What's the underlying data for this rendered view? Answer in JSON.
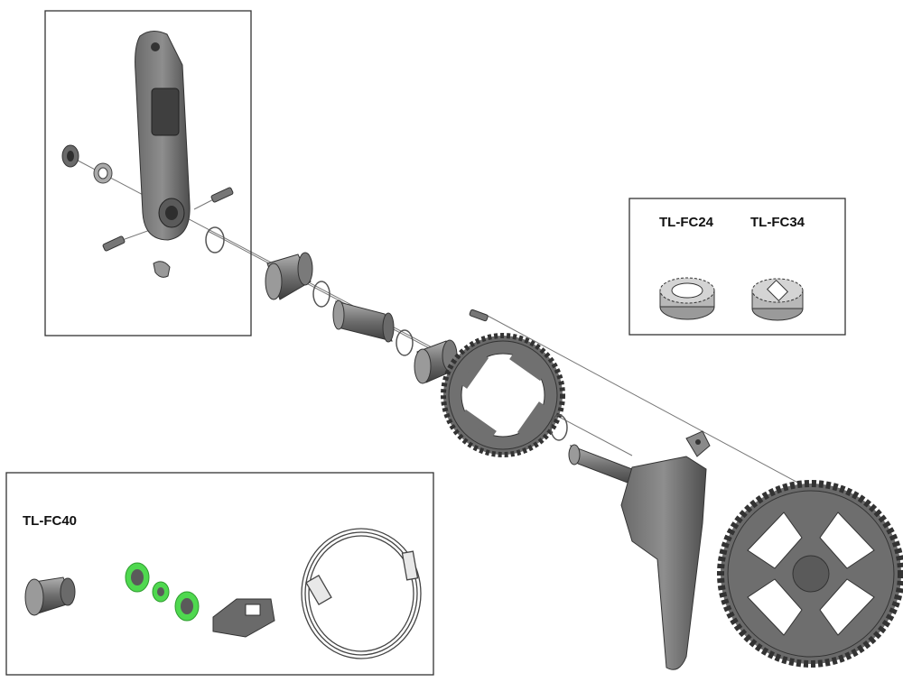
{
  "diagram": {
    "tools": {
      "tool_a": "TL-FC24",
      "tool_b": "TL-FC34",
      "tool_c": "TL-FC40"
    },
    "colors": {
      "part_dark": "#4a4a4a",
      "part_mid": "#7a7a7a",
      "part_light": "#b3b3b3",
      "highlight_green": "#4fd84f",
      "box_border": "#333333"
    }
  }
}
